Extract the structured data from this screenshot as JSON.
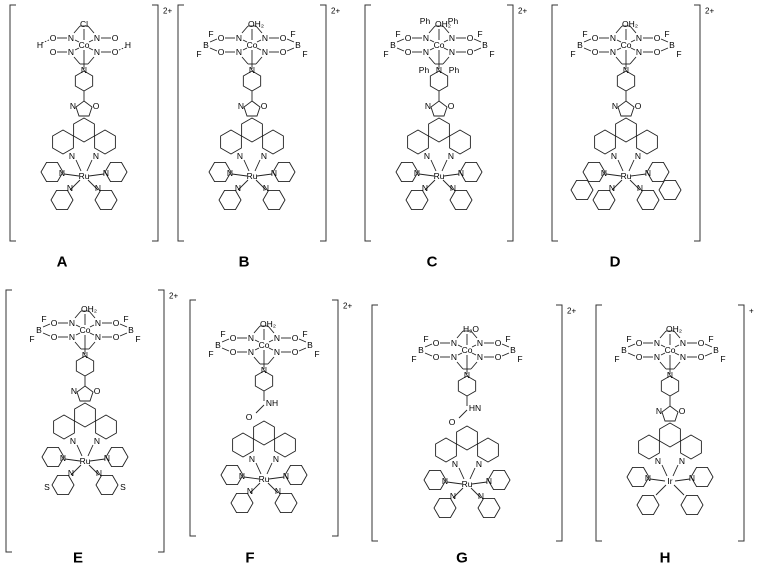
{
  "compounds": [
    {
      "label": "A",
      "charge": "2+",
      "axial": "Cl",
      "bridge": "H",
      "bridge_f": "",
      "ring_n": "N",
      "ring_o": "O",
      "metal_center": "Co",
      "metal_bottom": "Ru",
      "linker": "oxazole",
      "bottom": "bpy"
    },
    {
      "label": "B",
      "charge": "2+",
      "axial": "OH₂",
      "bridge": "B",
      "bridge_f": "F",
      "ring_n": "N",
      "ring_o": "O",
      "metal_center": "Co",
      "metal_bottom": "Ru",
      "linker": "oxazole",
      "bottom": "bpy"
    },
    {
      "label": "C",
      "charge": "2+",
      "axial": "OH₂",
      "bridge": "B",
      "bridge_f": "F",
      "ring_n": "N",
      "ring_o": "O",
      "metal_center": "Co",
      "metal_bottom": "Ru",
      "linker": "oxazole",
      "bottom": "bpy",
      "ph": "Ph"
    },
    {
      "label": "D",
      "charge": "2+",
      "axial": "OH₂",
      "bridge": "B",
      "bridge_f": "F",
      "ring_n": "N",
      "ring_o": "O",
      "metal_center": "Co",
      "metal_bottom": "Ru",
      "linker": "oxazole",
      "bottom": "phen"
    },
    {
      "label": "E",
      "charge": "2+",
      "axial": "OH₂",
      "bridge": "B",
      "bridge_f": "F",
      "ring_n": "N",
      "ring_o": "O",
      "metal_center": "Co",
      "metal_bottom": "Ru",
      "linker": "oxazole",
      "bottom": "btz",
      "s": "S"
    },
    {
      "label": "F",
      "charge": "2+",
      "axial": "OH₂",
      "bridge": "B",
      "bridge_f": "F",
      "ring_n": "N",
      "ring_o": "O",
      "metal_center": "Co",
      "metal_bottom": "Ru",
      "linker": "amide",
      "nh": "NH",
      "bottom": "bpy"
    },
    {
      "label": "G",
      "charge": "2+",
      "axial": "H₂O",
      "bridge": "B",
      "bridge_f": "F",
      "ring_n": "N",
      "ring_o": "O",
      "metal_center": "Co",
      "metal_bottom": "Ru",
      "linker": "amide",
      "nh": "HN",
      "bottom": "bpy"
    },
    {
      "label": "H",
      "charge": "+",
      "axial": "OH₂",
      "bridge": "B",
      "bridge_f": "F",
      "ring_n": "N",
      "ring_o": "O",
      "metal_center": "Co",
      "metal_bottom": "Ir",
      "linker": "oxazole",
      "bottom": "ppy"
    }
  ]
}
